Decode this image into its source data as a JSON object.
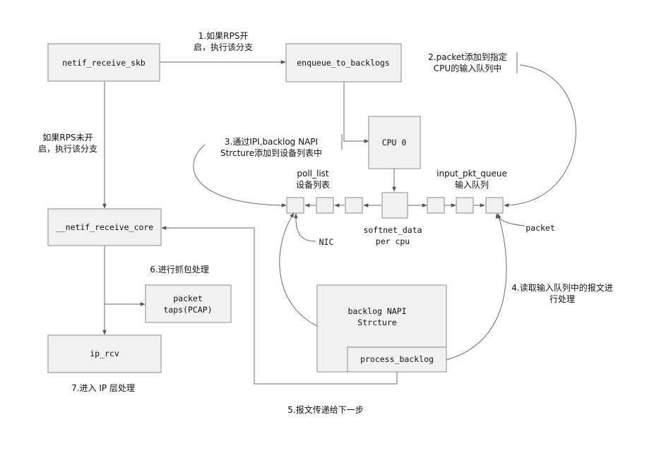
{
  "boxes": {
    "netif_receive_skb": "netif_receive_skb",
    "enqueue_to_backlogs": "enqueue_to_backlogs",
    "cpu0": "CPU 0",
    "netif_receive_core": "__netif_receive_core",
    "packet_taps_1": "packet",
    "packet_taps_2": "taps(PCAP)",
    "ip_rcv": "ip_rcv",
    "backlog_napi_1": "backlog NAPI",
    "backlog_napi_2": "Strcture",
    "process_backlog": "process_backlog"
  },
  "labels": {
    "step1_line1": "1.如果RPS开",
    "step1_line2": "启，执行该分支",
    "step2_line1": "2.packet添加到指定",
    "step2_line2": "CPU的输入队列中",
    "rps_off_line1": "如果RPS未开",
    "rps_off_line2": "启，执行该分支",
    "step3_line1": "3.通过IPI,backlog NAPI",
    "step3_line2": "Strcture添加到设备列表中",
    "poll_list_1": "poll_list",
    "poll_list_2": "设备列表",
    "input_queue_1": "input_pkt_queue",
    "input_queue_2": "输入队列",
    "softnet_1": "softnet_data",
    "softnet_2": "per cpu",
    "nic": "NIC",
    "packet": "packet",
    "step6": "6.进行抓包处理",
    "step4_line1": "4.读取输入队列中的报文进",
    "step4_line2": "行处理",
    "step7": "7.进入 IP 层处理",
    "step5": "5.报文传递给下一步"
  }
}
